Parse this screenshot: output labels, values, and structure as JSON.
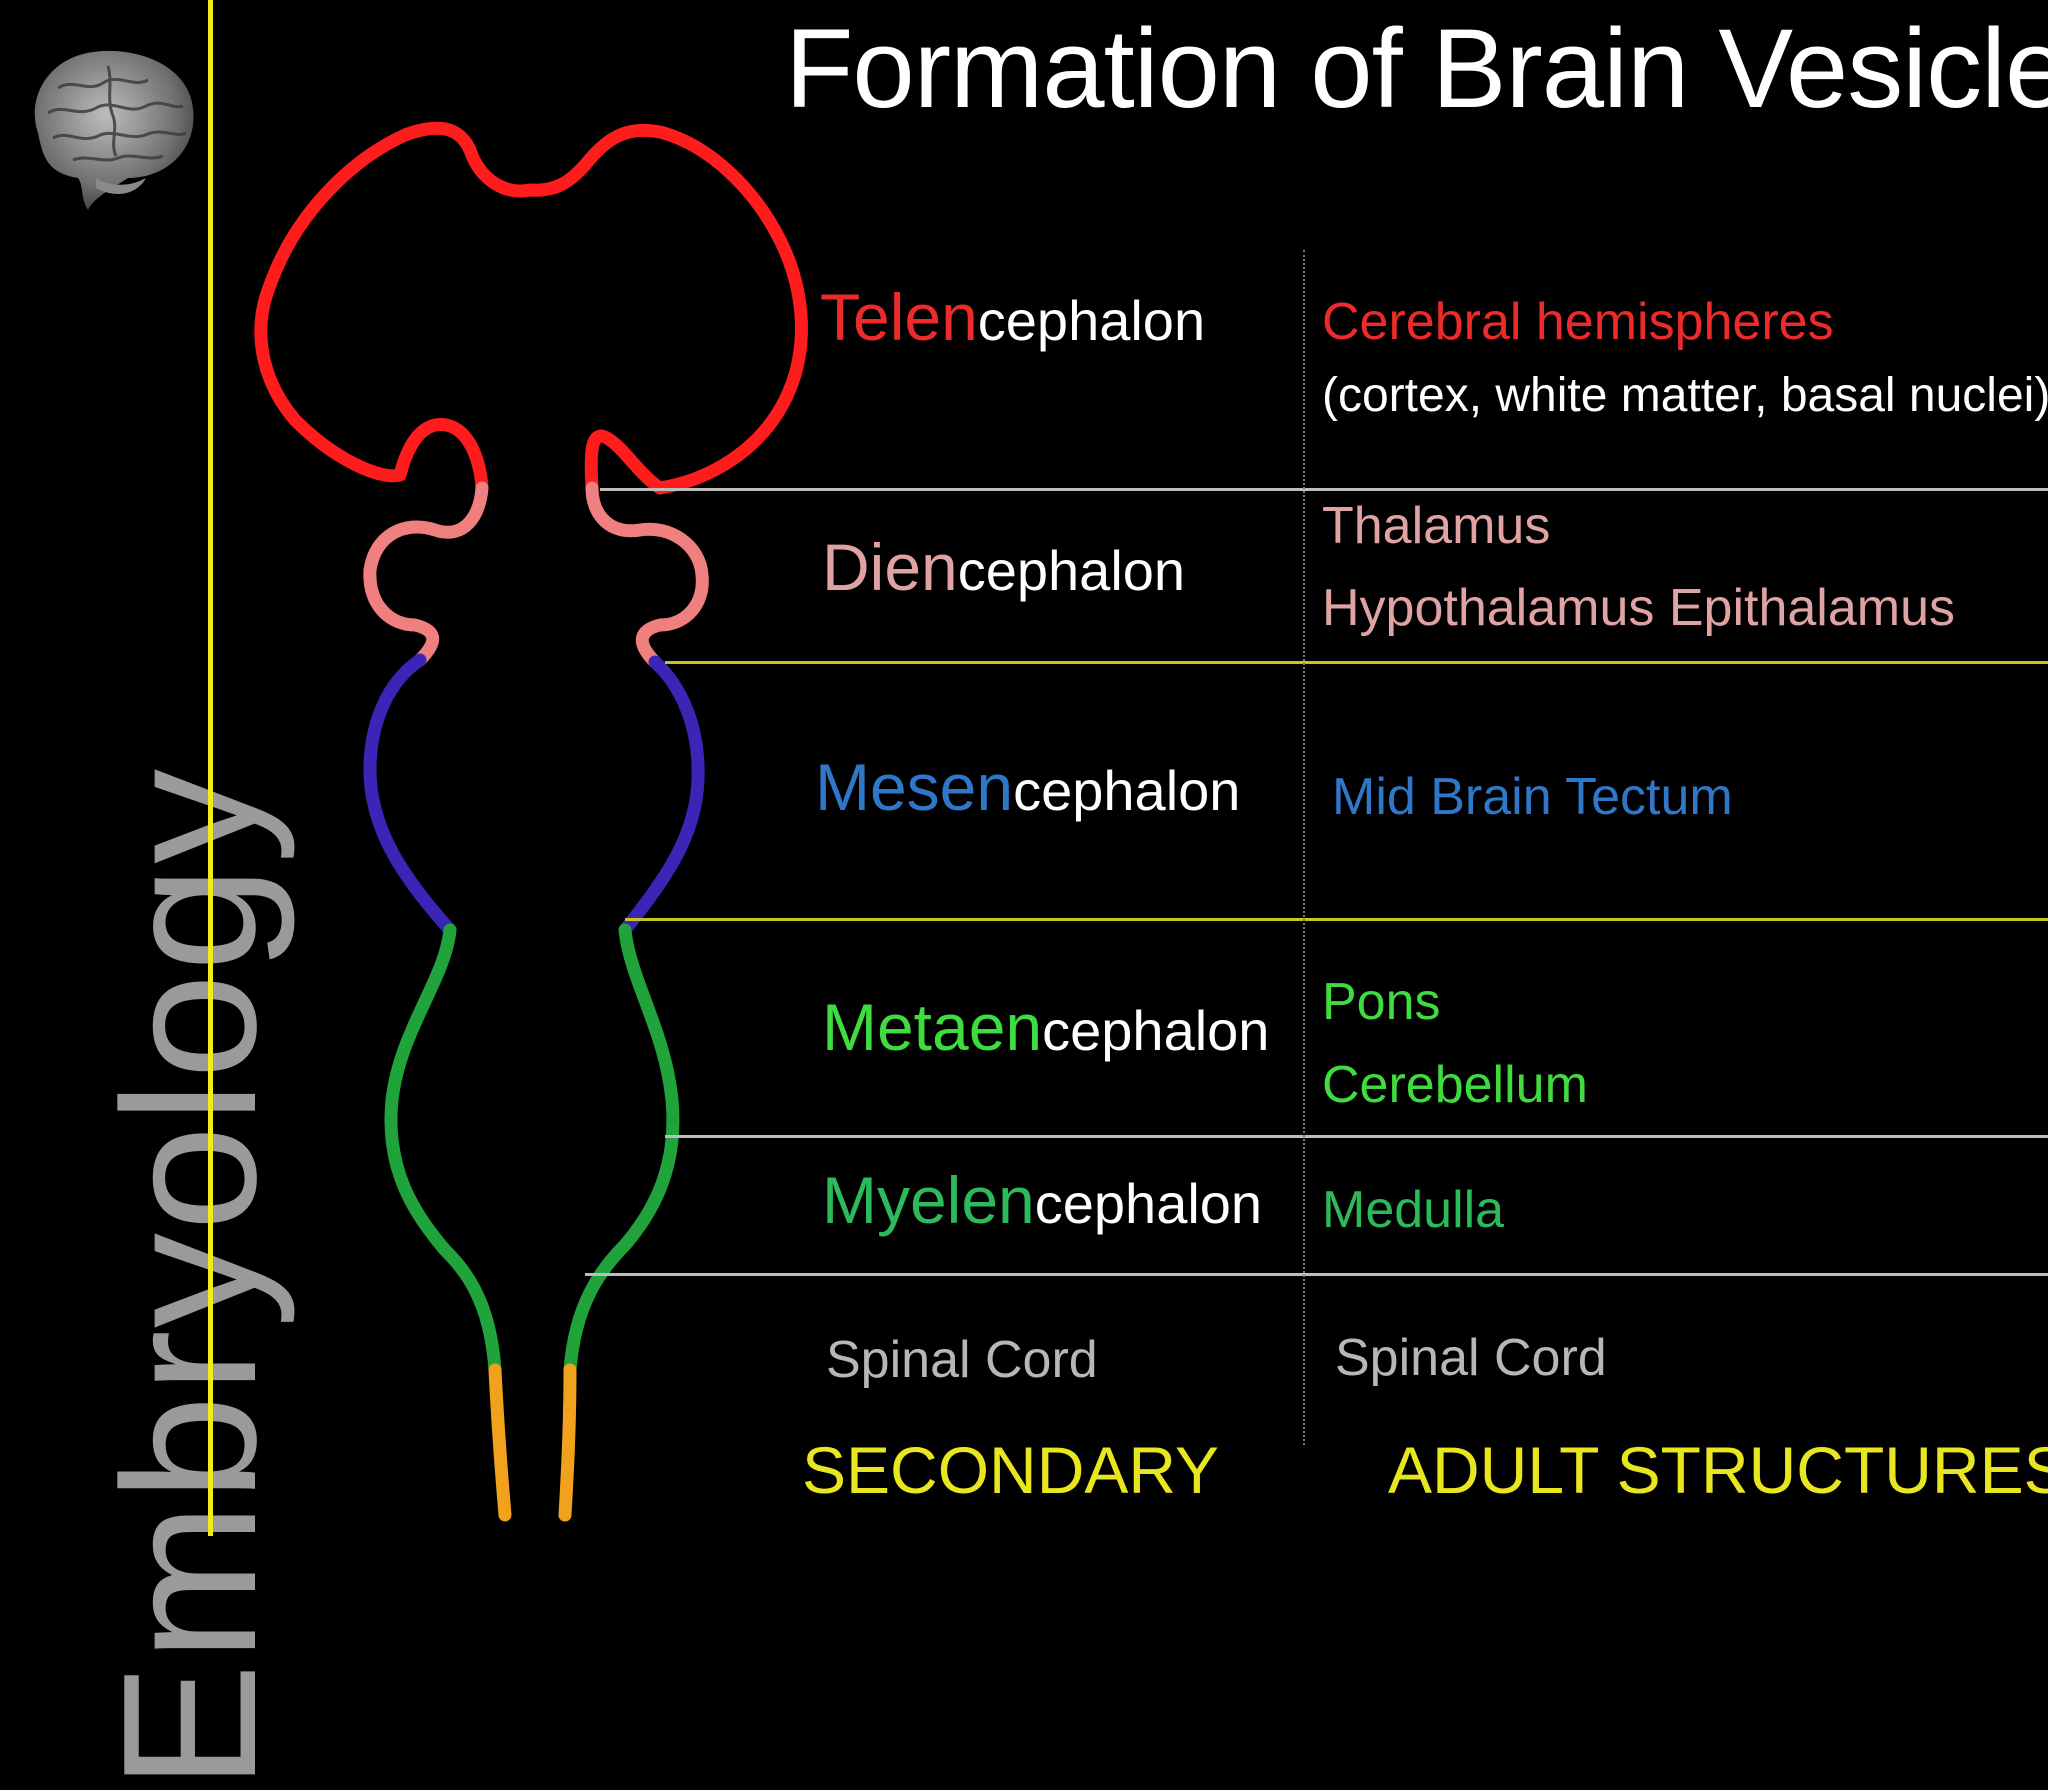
{
  "title": "Formation of Brain Vesicles",
  "side_label": "Embryology",
  "colors": {
    "background": "#000000",
    "accent_rule": "#f2ea1a",
    "telencephalon": "#ee2a2a",
    "diencephalon": "#e99e9e",
    "mesencephalon": "#2f77c9",
    "metencephalon": "#3edc3e",
    "myelencephalon": "#2cba5a",
    "spinal_cord": "#b7b7b7",
    "footer": "#e8e61e",
    "tube_red": "#ff1c1c",
    "tube_pink": "#f07f7f",
    "tube_blue": "#3a25b7",
    "tube_green": "#1fa33a",
    "tube_orange": "#f0a21c"
  },
  "rows": [
    {
      "prefix": "Telen",
      "suffix": "cephalon",
      "adult_lines": [
        "Cerebral hemispheres",
        "(cortex, white matter, basal nuclei)"
      ]
    },
    {
      "prefix": "Dien",
      "suffix": "cephalon",
      "adult_lines": [
        "Thalamus",
        "Hypothalamus Epithalamus"
      ]
    },
    {
      "prefix": "Mesen",
      "suffix": "cephalon",
      "adult_lines": [
        "Mid Brain Tectum"
      ]
    },
    {
      "prefix": "Metaen",
      "suffix": "cephalon",
      "adult_lines": [
        "Pons",
        "Cerebellum"
      ]
    },
    {
      "prefix": "Myelen",
      "suffix": "cephalon",
      "adult_lines": [
        "Medulla"
      ]
    },
    {
      "prefix": "",
      "suffix": "Spinal Cord",
      "adult_lines": [
        "Spinal Cord"
      ]
    }
  ],
  "footer": {
    "secondary": "SECONDARY",
    "adult_structures": "ADULT STRUCTURES"
  },
  "icons": [
    "brain-icon"
  ]
}
